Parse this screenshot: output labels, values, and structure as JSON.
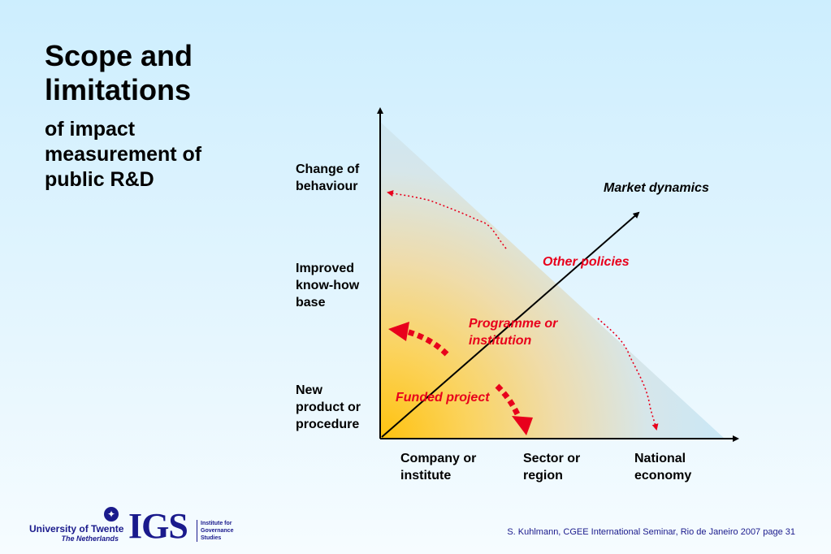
{
  "title": {
    "main": "Scope and limitations",
    "sub": "of impact measurement of public R&D"
  },
  "diagram": {
    "y_levels": [
      "Change of behaviour",
      "Improved know-how base",
      "New product or procedure"
    ],
    "x_levels": [
      "Company or institute",
      "Sector or region",
      "National economy"
    ],
    "labels": {
      "market_dynamics": "Market dynamics",
      "other_policies": "Other policies",
      "programme": "Programme or institution",
      "funded_project": "Funded project"
    },
    "colors": {
      "triangle_origin": "#ffc20e",
      "triangle_far": "#c8e8f8",
      "arrow_red": "#e8001c",
      "axis": "#000000"
    }
  },
  "footer": {
    "citation": "S. Kuhlmann, CGEE International Seminar, Rio de Janeiro 2007  page 31"
  },
  "logos": {
    "ut_name": "University of Twente",
    "ut_sub": "The Netherlands",
    "igs": "IGS",
    "igs_text": "Institute for Governance Studies"
  }
}
